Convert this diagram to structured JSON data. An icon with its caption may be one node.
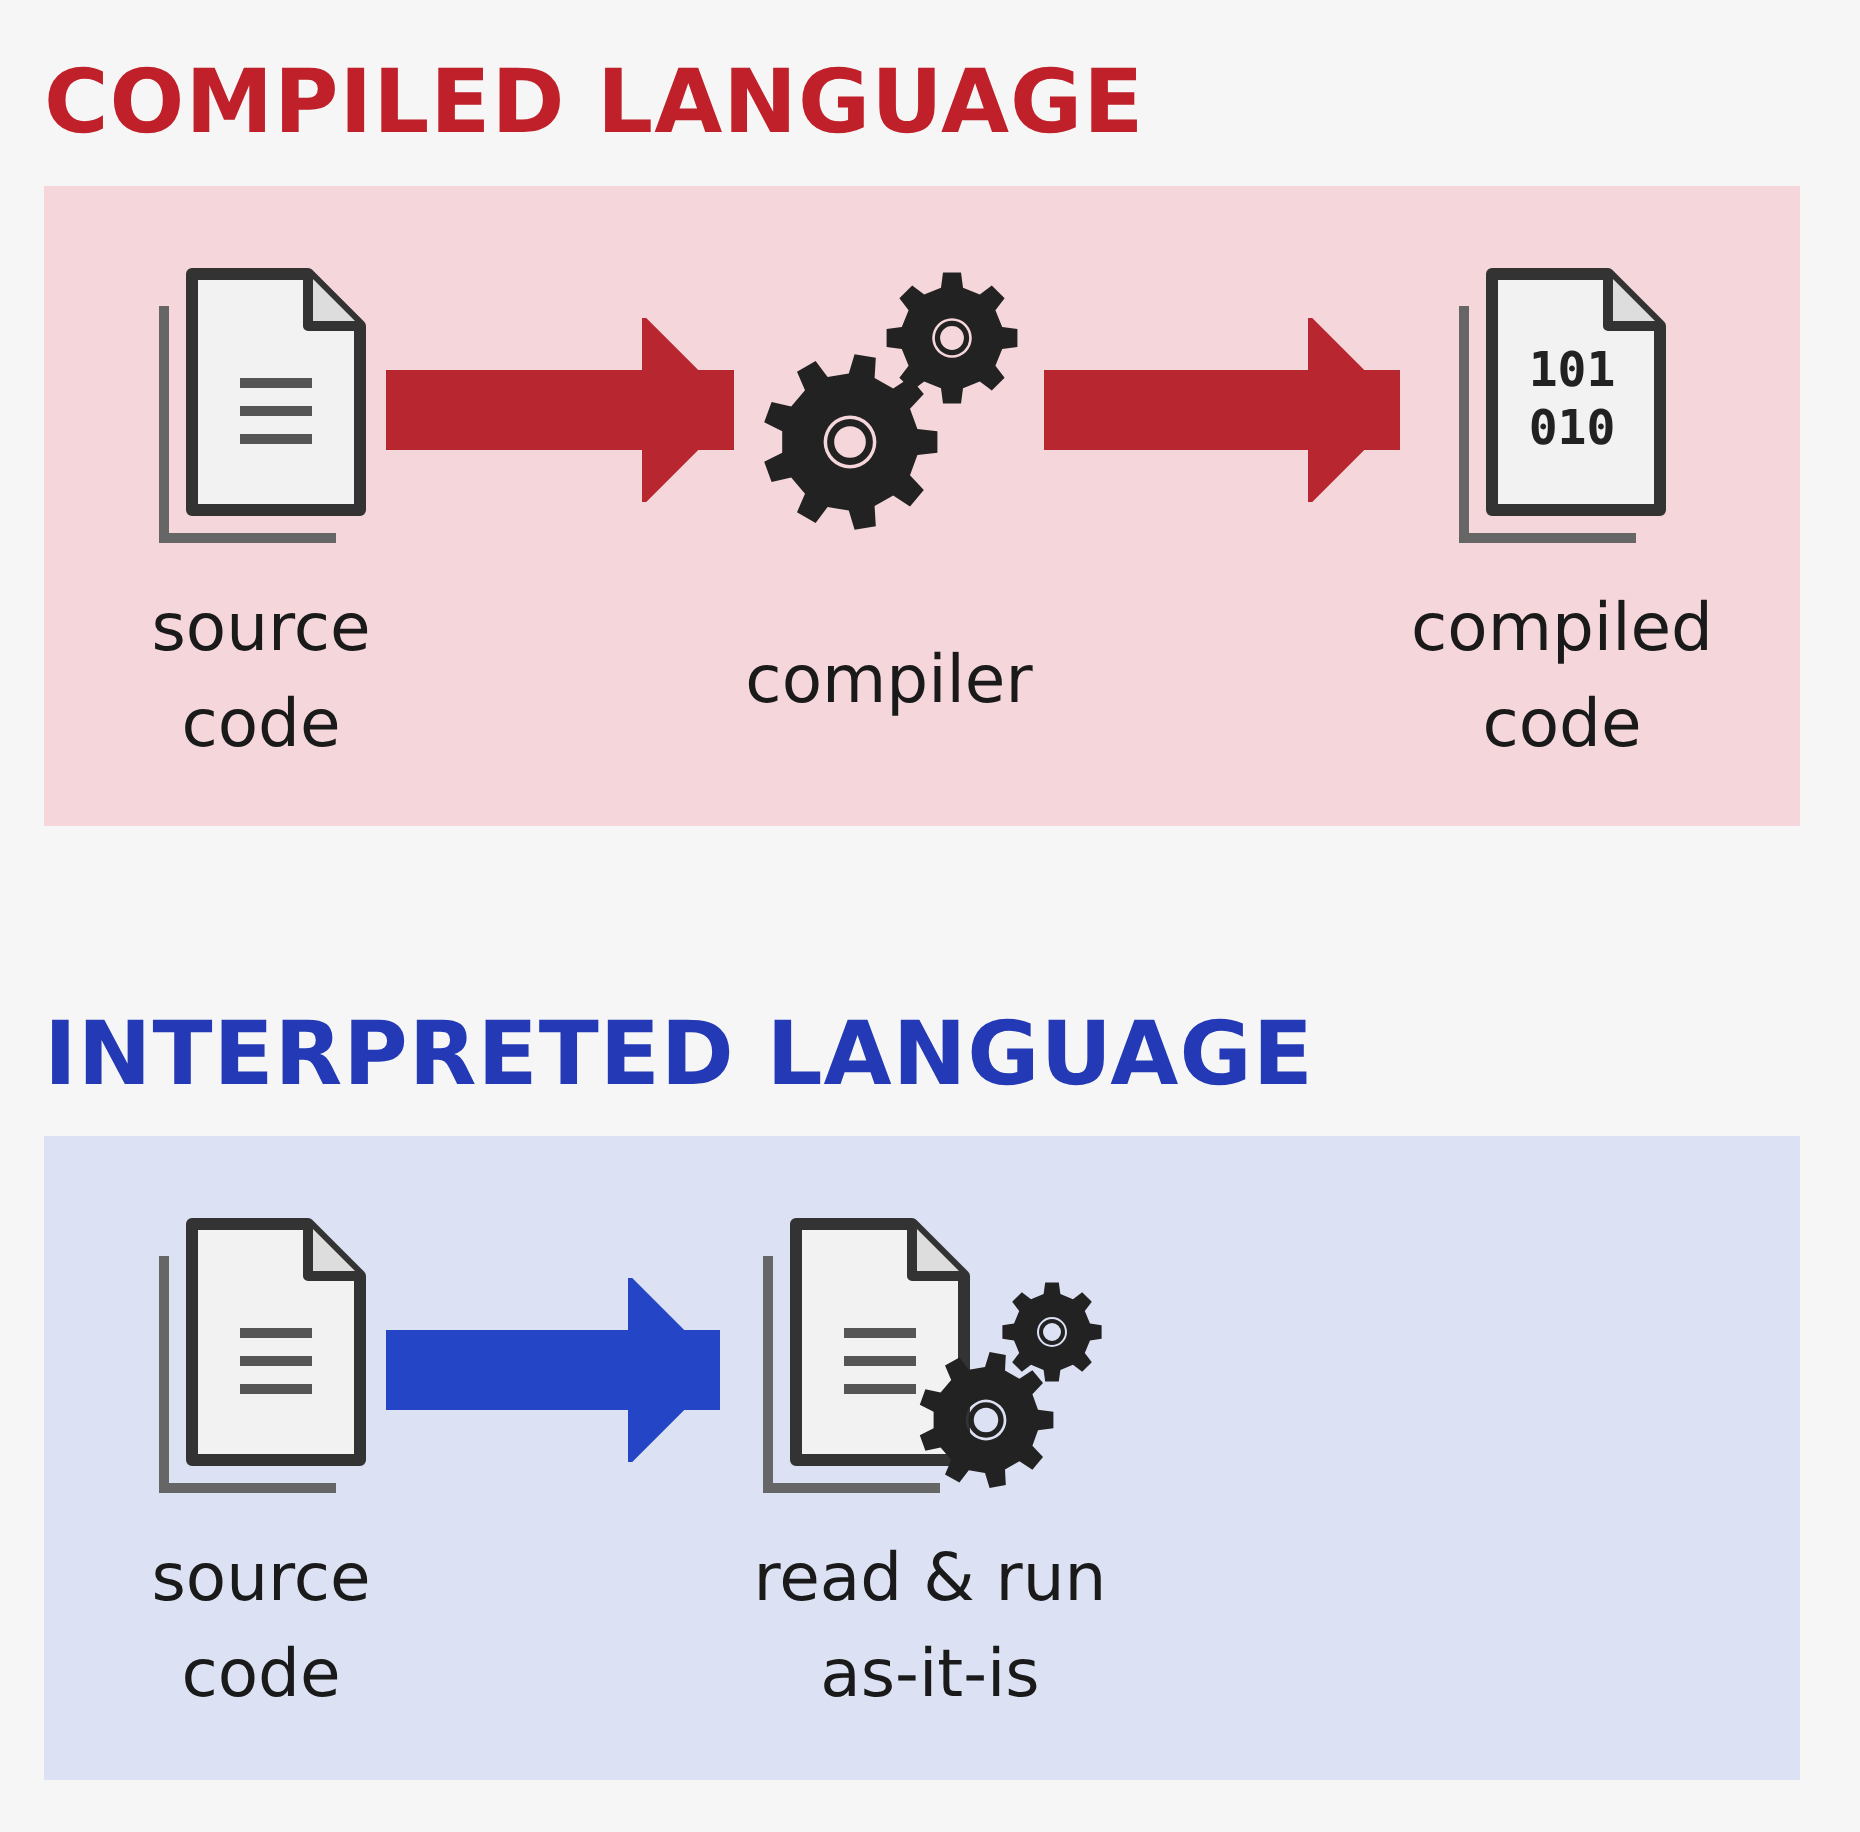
{
  "diagram": {
    "nodes": [
      {
        "text": [
          "COMPILED LANGUAGE"
        ]
      },
      {
        "text": [
          "source code"
        ],
        "in": 0
      },
      {
        "text": [
          "compiler"
        ],
        "in": 0
      },
      {
        "text": [
          "101 010",
          "compiled code"
        ],
        "in": 0
      },
      {
        "text": [
          "INTERPRETED LANGUAGE"
        ]
      },
      {
        "text": [
          "source code"
        ],
        "in": 4
      },
      {
        "text": [
          "read & run as-it-is"
        ],
        "in": 4
      }
    ],
    "edges": [
      {
        "from": 1,
        "to": 2,
        "arrow": "to",
        "color": "#b8262f"
      },
      {
        "from": 2,
        "to": 3,
        "arrow": "to",
        "color": "#b8262f"
      },
      {
        "from": 5,
        "to": 6,
        "arrow": "to",
        "color": "#2446c6"
      }
    ]
  }
}
